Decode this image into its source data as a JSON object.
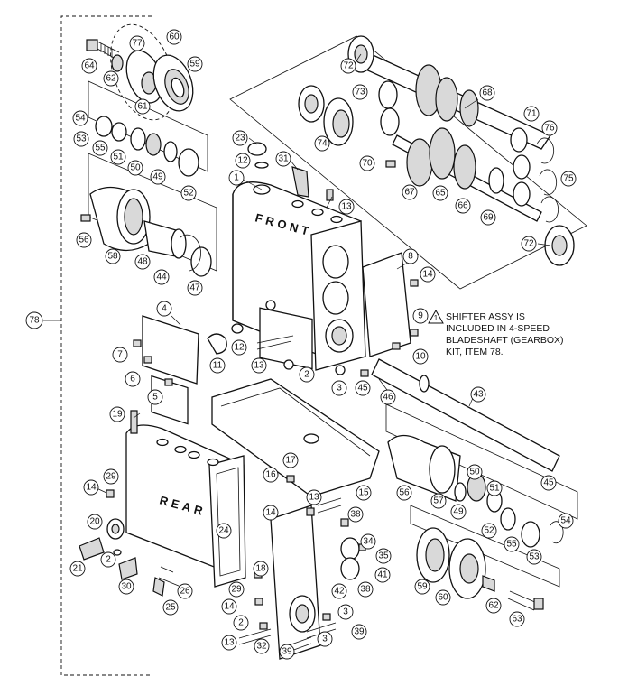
{
  "labels": {
    "front": "FRONT",
    "rear": "REAR"
  },
  "note": {
    "marker": "1",
    "lines": [
      "SHIFTER ASSY IS",
      "INCLUDED IN 4-SPEED",
      "BLADESHAFT (GEARBOX)",
      "KIT, ITEM 78."
    ]
  },
  "callouts": [
    "1",
    "2",
    "3",
    "4",
    "5",
    "6",
    "7",
    "8",
    "9",
    "10",
    "11",
    "12",
    "13",
    "14",
    "15",
    "16",
    "17",
    "18",
    "19",
    "20",
    "21",
    "23",
    "24",
    "25",
    "26",
    "29",
    "30",
    "31",
    "32",
    "34",
    "35",
    "38",
    "39",
    "41",
    "42",
    "43",
    "44",
    "45",
    "46",
    "47",
    "48",
    "49",
    "50",
    "51",
    "52",
    "53",
    "54",
    "55",
    "56",
    "57",
    "58",
    "59",
    "60",
    "61",
    "62",
    "63",
    "64",
    "65",
    "66",
    "67",
    "68",
    "69",
    "70",
    "71",
    "72",
    "73",
    "74",
    "75",
    "76",
    "77",
    "78"
  ]
}
